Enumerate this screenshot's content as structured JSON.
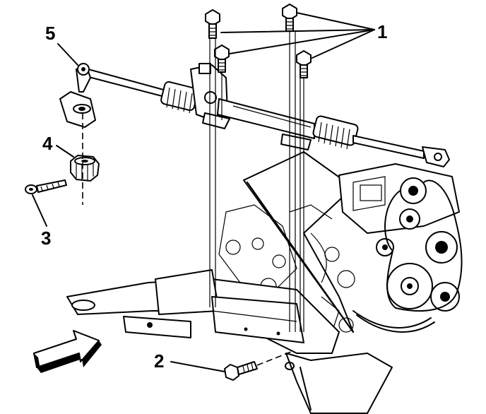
{
  "diagram": {
    "callouts": [
      {
        "id": "callout-1",
        "label": "1"
      },
      {
        "id": "callout-2",
        "label": "2"
      },
      {
        "id": "callout-3",
        "label": "3"
      },
      {
        "id": "callout-4",
        "label": "4"
      },
      {
        "id": "callout-5",
        "label": "5"
      }
    ],
    "parts": {
      "mounting_bolts": "mounting-bolt-icon",
      "frame_bolt": "frame-bolt-icon",
      "tie_rod_end_nut": "hex-nut-icon",
      "cotter_pin": "cotter-pin-icon",
      "tie_rod_end": "tie-rod-end-icon",
      "direction_arrow": "forward-arrow-icon"
    }
  }
}
